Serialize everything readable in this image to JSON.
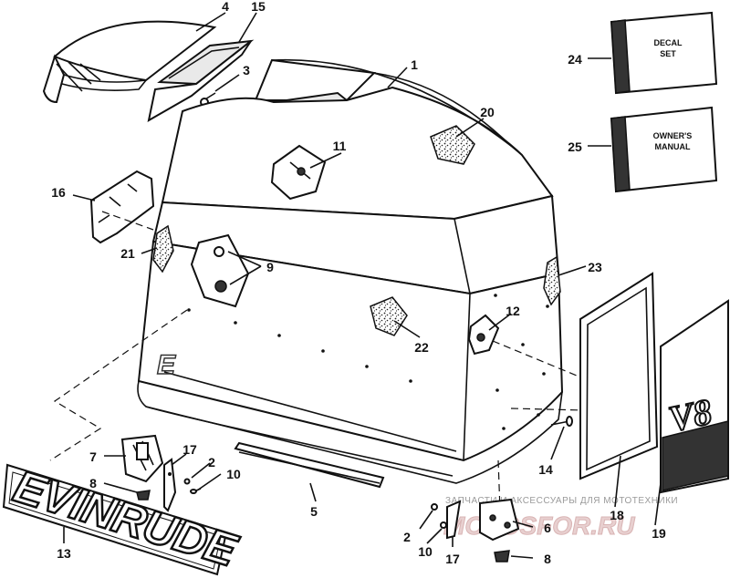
{
  "callouts": {
    "c1": "1",
    "c2a": "2",
    "c2b": "2",
    "c3": "3",
    "c4": "4",
    "c5": "5",
    "c6": "6",
    "c7": "7",
    "c8a": "8",
    "c8b": "8",
    "c9": "9",
    "c10a": "10",
    "c10b": "10",
    "c11": "11",
    "c12": "12",
    "c13": "13",
    "c14": "14",
    "c15": "15",
    "c16": "16",
    "c17a": "17",
    "c17b": "17",
    "c18": "18",
    "c19": "19",
    "c20": "20",
    "c21": "21",
    "c22": "22",
    "c23": "23",
    "c24": "24",
    "c25": "25"
  },
  "boxes": {
    "decal_line1": "DECAL",
    "decal_line2": "SET",
    "manual_line1": "OWNER'S",
    "manual_line2": "MANUAL"
  },
  "decals": {
    "brand": "EVINRUDE",
    "model": "V8"
  },
  "watermark": {
    "caption": "ЗАПЧАСТИ И АКСЕССУАРЫ ДЛЯ МОТОТЕХНИКИ",
    "site": "MOTOSFOR.RU"
  }
}
